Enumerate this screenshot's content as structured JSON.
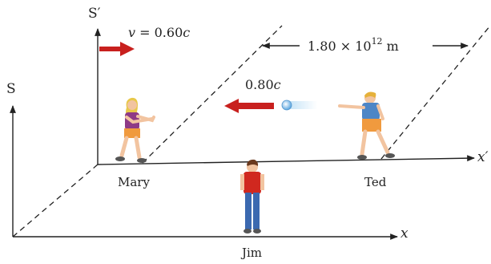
{
  "frames": {
    "moving_frame_label": "S′",
    "rest_frame_label": "S",
    "moving_x_axis_label": "x′",
    "rest_x_axis_label": "x"
  },
  "velocity": {
    "symbol": "v",
    "equals": " = ",
    "value": "0.60",
    "unit": "c"
  },
  "distance": {
    "text": "1.80 × 10",
    "exponent": "12",
    "unit": " m"
  },
  "ball_speed": {
    "value": "0.80",
    "unit": "c"
  },
  "people": {
    "mary": "Mary",
    "ted": "Ted",
    "jim": "Jim"
  },
  "colors": {
    "arrow_red": "#c8201e",
    "ball_blue": "#6fb2e4",
    "shirt_purple": "#8e3a86",
    "shirt_blue": "#4d86c6",
    "shirt_red": "#d0281f",
    "jeans_blue": "#3b69b0"
  }
}
